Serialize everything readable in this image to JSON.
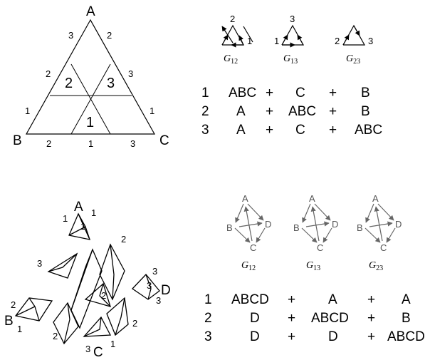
{
  "triangle": {
    "vertices": {
      "A": "A",
      "B": "B",
      "C": "C"
    },
    "edge_labels": {
      "ab_top": "3",
      "ab_mid": "2",
      "ab_bot": "1",
      "ac_top": "2",
      "ac_mid": "3",
      "ac_bot": "1",
      "bc_left": "2",
      "bc_mid": "1",
      "bc_right": "3"
    },
    "regions": [
      "2",
      "3",
      "1"
    ]
  },
  "graphs_3": {
    "g12_nodes": [
      "2",
      "1"
    ],
    "g13_nodes": [
      "3",
      "1"
    ],
    "g23_nodes": [
      "2",
      "3"
    ],
    "labels": [
      {
        "base": "G",
        "sub": "12"
      },
      {
        "base": "G",
        "sub": "13"
      },
      {
        "base": "G",
        "sub": "23"
      }
    ]
  },
  "table_3": {
    "rows": [
      [
        "1",
        "ABC",
        "+",
        "C",
        "+",
        "B"
      ],
      [
        "2",
        "A",
        "+",
        "ABC",
        "+",
        "B"
      ],
      [
        "3",
        "A",
        "+",
        "C",
        "+",
        "ABC"
      ]
    ]
  },
  "tetra": {
    "vertices": {
      "A": "A",
      "B": "B",
      "C": "C",
      "D": "D"
    },
    "labels": {
      "a_left": "1",
      "a_right": "1",
      "a_inner": "1",
      "p3_left": "3",
      "p2_right": "2",
      "b_top": "2",
      "b_bot": "1",
      "c_left": "3",
      "c_right": "1",
      "c2_left": "2",
      "mid_2": "2",
      "mid_2b": "2",
      "d_top": "3",
      "d_inner": "3",
      "d_bot": "3"
    }
  },
  "graphs_4": {
    "nodes": [
      "A",
      "B",
      "C",
      "D"
    ],
    "labels": [
      {
        "base": "G",
        "sub": "12"
      },
      {
        "base": "G",
        "sub": "13"
      },
      {
        "base": "G",
        "sub": "23"
      }
    ]
  },
  "table_4": {
    "rows": [
      [
        "1",
        "ABCD",
        "+",
        "A",
        "+",
        "A"
      ],
      [
        "2",
        "D",
        "+",
        "ABCD",
        "+",
        "B"
      ],
      [
        "3",
        "D",
        "+",
        "D",
        "+",
        "ABCD"
      ]
    ]
  }
}
